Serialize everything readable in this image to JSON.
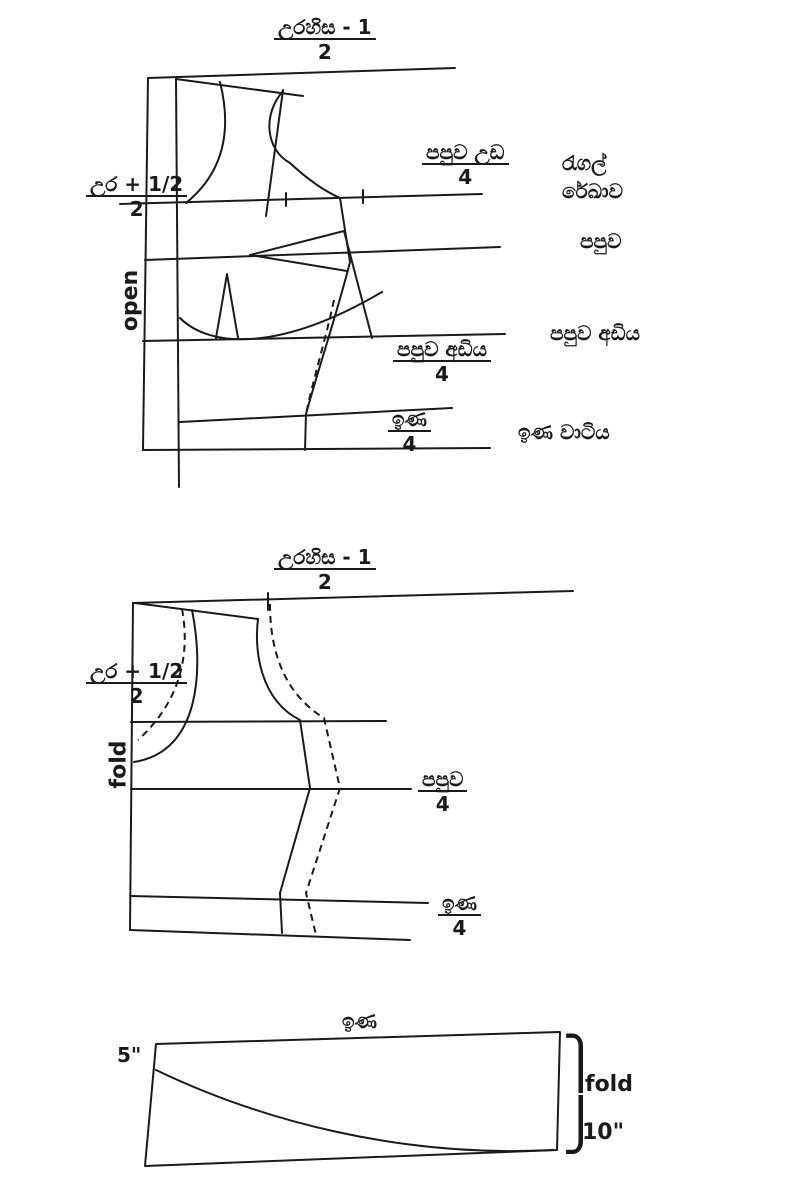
{
  "diagram_1": {
    "top_fraction": {
      "num": "උරහිස - 1",
      "den": "2"
    },
    "left_fraction": {
      "num": "උර + 1/2",
      "den": "2"
    },
    "fraction_a": {
      "num": "පපුව උඩ",
      "den": "4"
    },
    "fraction_b": {
      "num": "පපුව අඩිය",
      "den": "4"
    },
    "fraction_c": {
      "num": "ඉණ",
      "den": "4"
    },
    "side_label": "open",
    "label_raglan": "රැගල්",
    "label_raglan_line": "රේඛාව",
    "label_chest": "පපුව",
    "label_under_chest": "පපුව අඩිය",
    "label_waist": "ඉණ වාටිය"
  },
  "diagram_2": {
    "top_fraction": {
      "num": "උරහිස - 1",
      "den": "2"
    },
    "left_fraction": {
      "num": "උර + 1/2",
      "den": "2"
    },
    "fraction_chest": {
      "num": "පපුව",
      "den": "4"
    },
    "fraction_waist": {
      "num": "ඉණ",
      "den": "4"
    },
    "side_label": "fold"
  },
  "diagram_3": {
    "top_label": "ඉණ",
    "left_measure": "5\"",
    "right_label": "fold",
    "right_measure": "10\""
  }
}
